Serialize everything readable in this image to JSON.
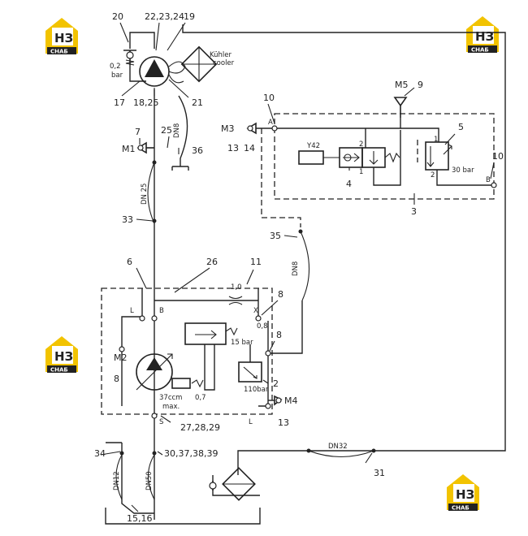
{
  "labels": {
    "n20": "20",
    "n22_24": "22,23,24",
    "n19": "19",
    "bar02_a": "0,2",
    "bar02_b": "bar",
    "kuhler": "Kühler",
    "cooler": "cooler",
    "n17": "17",
    "n18_25": "18,25",
    "n21": "21",
    "dn8_top": "DN8",
    "n7": "7",
    "m1": "M1",
    "n25": "25",
    "n36": "36",
    "dn25": "DN 25",
    "n33": "33",
    "n10_a": "10",
    "portA": "A",
    "m5": "M5",
    "n9": "9",
    "m3": "M3",
    "n13_a": "13",
    "n14": "14",
    "y42": "Y42",
    "n2_a": "2",
    "n1_a": "1",
    "n4": "4",
    "n5": "5",
    "n1_b": "1",
    "n2_b": "2",
    "bar30": "30 bar",
    "n10_b": "10",
    "portB": "B",
    "n3": "3",
    "n35": "35",
    "dn8_mid": "DN8",
    "n6": "6",
    "n26": "26",
    "n11": "11",
    "orif10": "1,0",
    "portL_a": "L",
    "portB_b": "B",
    "portX": "X",
    "orif08": "0,8",
    "n8_a": "8",
    "n8_b": "8",
    "n8_c": "8",
    "m2": "M2",
    "bar15": "15 bar",
    "ccm37": "37ccm",
    "max": "max.",
    "orif07": "0,7",
    "bar110": "110bar",
    "m4": "M4",
    "n13_b": "13",
    "n2_c": "2",
    "portS": "S",
    "portL_b": "L",
    "n27_29": "27,28,29",
    "n34": "34",
    "n30_39": "30,37,38,39",
    "dn12": "DN12",
    "dn50": "DN50",
    "n15_16": "15,16",
    "dn32": "DN32",
    "n31": "31"
  },
  "logos": [
    {
      "id": "logo-top-left",
      "big": "НЗ",
      "small": "СНАБ"
    },
    {
      "id": "logo-top-right",
      "big": "НЗ",
      "small": "СНАБ"
    },
    {
      "id": "logo-mid-left",
      "big": "НЗ",
      "small": "СНАБ"
    },
    {
      "id": "logo-bottom-right",
      "big": "НЗ",
      "small": "СНАБ"
    }
  ],
  "colors": {
    "logo_gold": "#f2c300",
    "logo_dark": "#222222",
    "line": "#222222"
  }
}
